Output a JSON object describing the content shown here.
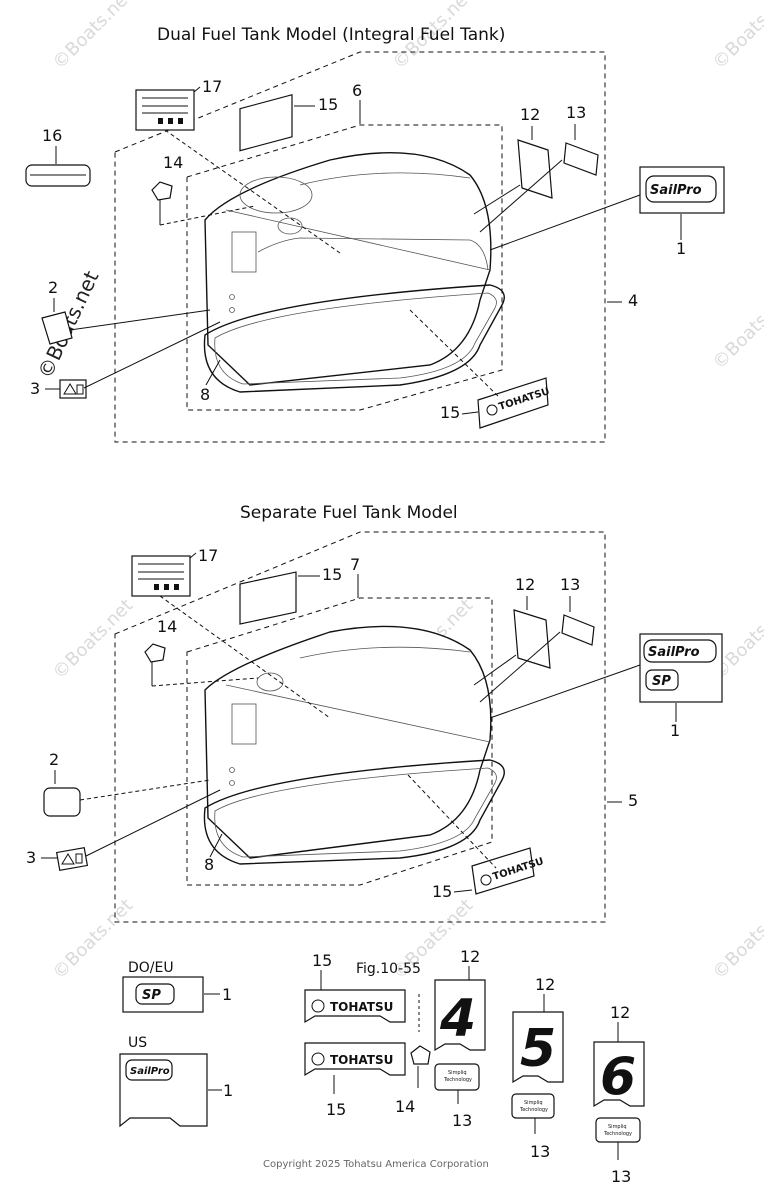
{
  "diagram": {
    "section_top_title": "Dual Fuel Tank Model  (Integral Fuel Tank)",
    "section_bottom_title": "Separate Fuel Tank Model",
    "figure_ref": "Fig.10-55",
    "copyright": "Copyright 2025 Tohatsu America Corporation",
    "watermark": "©Boats.net",
    "regions": {
      "do_eu": "DO/EU",
      "us": "US"
    },
    "logos": {
      "sailpro": "SailPro",
      "sp": "SP",
      "tohatsu": "TOHATSU",
      "simpliq_line1": "Simpliq",
      "simpliq_line2": "Technology"
    },
    "big_digits": {
      "four": "4",
      "five": "5",
      "six": "6"
    },
    "callouts_top": {
      "c17": "17",
      "c15a": "15",
      "c6": "6",
      "c16": "16",
      "c14": "14",
      "c12": "12",
      "c13": "13",
      "c1": "1",
      "c2": "2",
      "c4": "4",
      "c3": "3",
      "c8": "8",
      "c15b": "15"
    },
    "callouts_bottom": {
      "c17": "17",
      "c15a": "15",
      "c7": "7",
      "c14": "14",
      "c12": "12",
      "c13": "13",
      "c1": "1",
      "c2": "2",
      "c5": "5",
      "c3": "3",
      "c8": "8",
      "c15b": "15"
    },
    "callouts_legend": {
      "c1a": "1",
      "c1b": "1",
      "c15a": "15",
      "c15b": "15",
      "c14": "14",
      "c12a": "12",
      "c13a": "13",
      "c12b": "12",
      "c13b": "13",
      "c12c": "12",
      "c13c": "13"
    }
  }
}
